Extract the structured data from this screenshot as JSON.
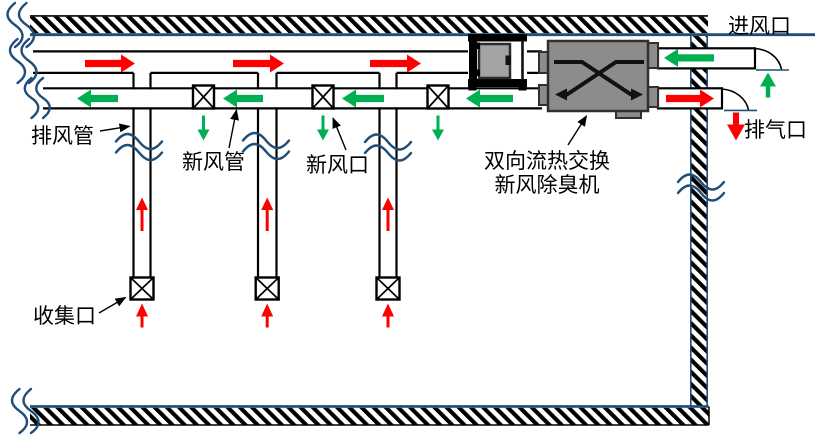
{
  "diagram": {
    "title_none": "",
    "labels": {
      "exhaust_duct": "排风管",
      "fresh_air_duct": "新风管",
      "fresh_air_vent": "新风口",
      "collection_port": "收集口",
      "unit_name_line1": "双向流热交换",
      "unit_name_line2": "新风除臭机",
      "air_inlet": "进风口",
      "exhaust_outlet": "排气口"
    },
    "colors": {
      "exhaust_flow_red": "#ff0000",
      "fresh_flow_green": "#00b050",
      "structure_blue": "#1f4e79",
      "unit_gray": "#8c8c8c",
      "line_black": "#000000"
    },
    "symbols": {
      "exhaust_risers": 3,
      "fresh_air_vents": 3,
      "collection_ports": 3,
      "heat_exchange_units": 1,
      "duct_mounted_units": 1
    },
    "flows": {
      "exhaust": {
        "color": "#ff0000",
        "direction_in_top_duct": "right"
      },
      "fresh_air": {
        "color": "#00b050",
        "direction_in_bottom_duct": "left"
      }
    }
  }
}
